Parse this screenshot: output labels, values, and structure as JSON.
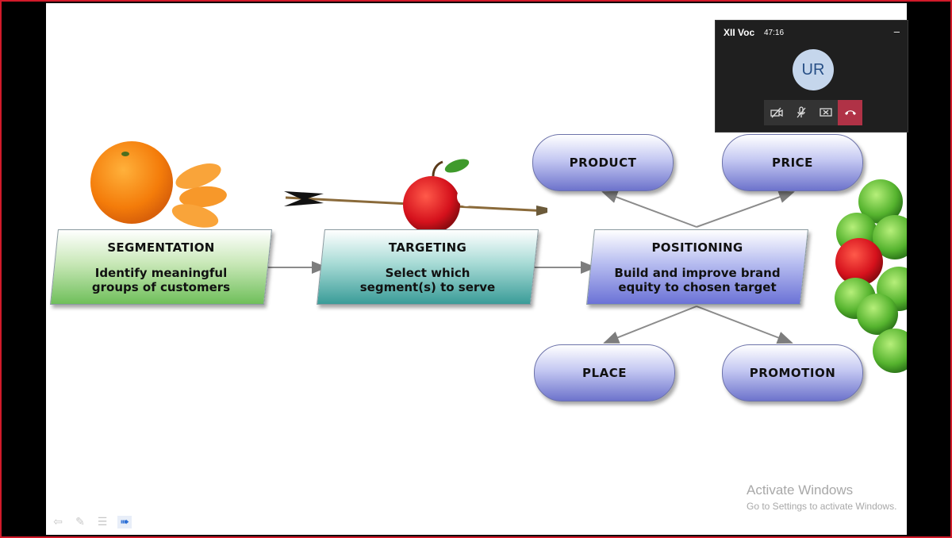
{
  "diagram": {
    "segmentation": {
      "title": "SEGMENTATION",
      "line1": "Identify meaningful",
      "line2": "groups of customers"
    },
    "targeting": {
      "title": "TARGETING",
      "line1": "Select which",
      "line2": "segment(s) to serve"
    },
    "positioning": {
      "title": "POSITIONING",
      "line1": "Build and improve brand",
      "line2": "equity to chosen target"
    },
    "product": "PRODUCT",
    "price": "PRICE",
    "place": "PLACE",
    "promotion": "PROMOTION"
  },
  "watermark": {
    "line1": "Activate Windows",
    "line2": "Go to Settings to activate Windows."
  },
  "call": {
    "title": "XII Voc",
    "timer": "47:16",
    "avatar_initials": "UR",
    "minimize": "–"
  },
  "nav": {
    "icons": [
      "back-arrow-icon",
      "pen-icon",
      "menu-icon",
      "forward-arrow-icon"
    ]
  },
  "colors": {
    "frame_border": "#d11a2a",
    "hangup": "#b03246",
    "avatar_bg": "#c5d6ec"
  }
}
